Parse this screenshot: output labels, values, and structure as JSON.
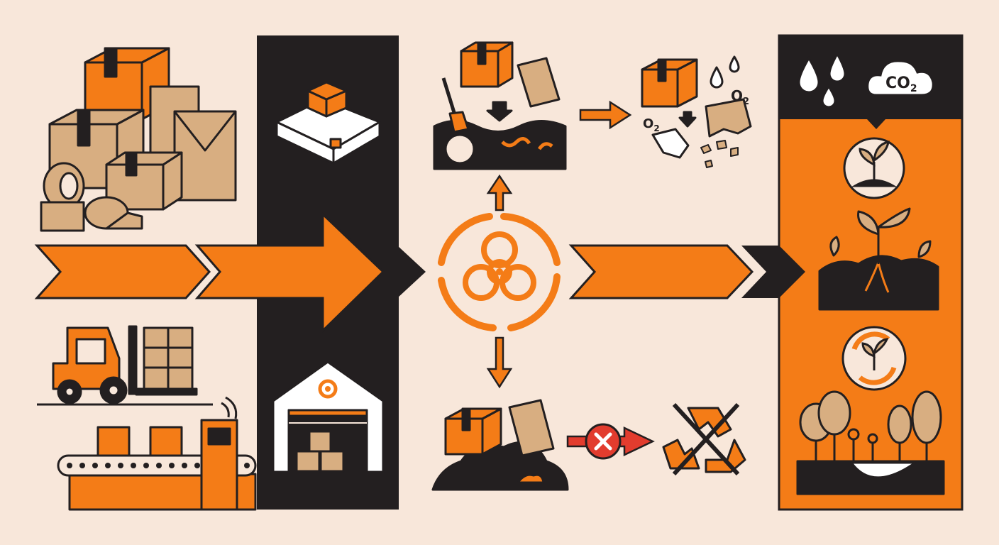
{
  "labels": {
    "co2": "CO",
    "co2_sub": "2",
    "o2_top": "O",
    "o2_top_sub": "2",
    "o2_left": "O",
    "o2_left_sub": "2"
  },
  "colors": {
    "background": "#f8e7da",
    "accent": "#f47c17",
    "dark": "#231f20",
    "kraft": "#d8ae81",
    "reject": "#e23c2e",
    "white": "#ffffff"
  }
}
